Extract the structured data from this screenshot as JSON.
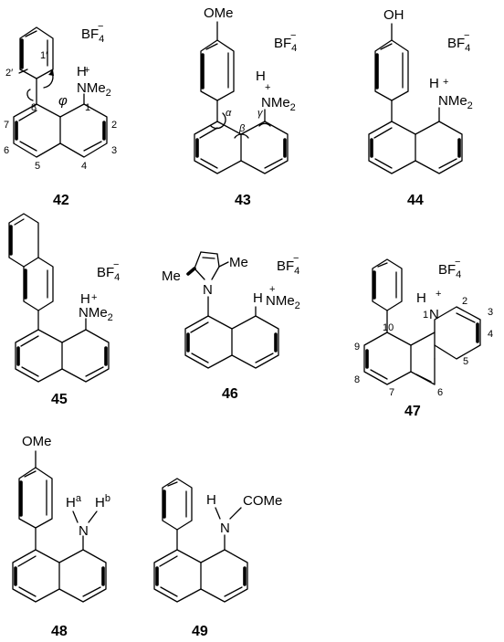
{
  "compounds": [
    {
      "id": "42",
      "labels": {
        "anion": "BF",
        "anion_sub": "4",
        "anion_sup": "−",
        "h": "H",
        "plus": "+",
        "n": "NMe",
        "n_sub": "2",
        "pos_2prime": "2′",
        "pos_1prime": "1′",
        "pos_8": "8",
        "pos_1": "1",
        "phi": "φ",
        "pos_2": "2",
        "pos_3": "3",
        "pos_4": "4",
        "pos_5": "5",
        "pos_6": "6",
        "pos_7": "7"
      }
    },
    {
      "id": "43",
      "labels": {
        "ome": "OMe",
        "anion": "BF",
        "anion_sub": "4",
        "anion_sup": "−",
        "h": "H",
        "plus": "+",
        "n": "NMe",
        "n_sub": "2",
        "alpha": "α",
        "beta": "β",
        "gamma": "γ"
      }
    },
    {
      "id": "44",
      "labels": {
        "oh": "OH",
        "anion": "BF",
        "anion_sub": "4",
        "anion_sup": "−",
        "h": "H",
        "plus": "+",
        "n": "NMe",
        "n_sub": "2"
      }
    },
    {
      "id": "45",
      "labels": {
        "anion": "BF",
        "anion_sub": "4",
        "anion_sup": "−",
        "h": "H",
        "plus": "+",
        "n": "NMe",
        "n_sub": "2"
      }
    },
    {
      "id": "46",
      "labels": {
        "anion": "BF",
        "anion_sub": "4",
        "anion_sup": "−",
        "me_left": "Me",
        "me_right": "Me",
        "n_pyrrole": "N",
        "h": "H",
        "plus": "+",
        "n": "NMe",
        "n_sub": "2"
      }
    },
    {
      "id": "47",
      "labels": {
        "anion": "BF",
        "anion_sub": "4",
        "anion_sup": "−",
        "h": "H",
        "plus": "+",
        "n": "N",
        "pos_1": "1",
        "pos_2": "2",
        "pos_3": "3",
        "pos_4": "4",
        "pos_5": "5",
        "pos_6": "6",
        "pos_7": "7",
        "pos_8": "8",
        "pos_9": "9",
        "pos_10": "10"
      }
    },
    {
      "id": "48",
      "labels": {
        "ome": "OMe",
        "ha": "H",
        "ha_sup": "a",
        "hb": "H",
        "hb_sup": "b",
        "n": "N"
      }
    },
    {
      "id": "49",
      "labels": {
        "h": "H",
        "n": "N",
        "come": "COMe"
      }
    }
  ]
}
